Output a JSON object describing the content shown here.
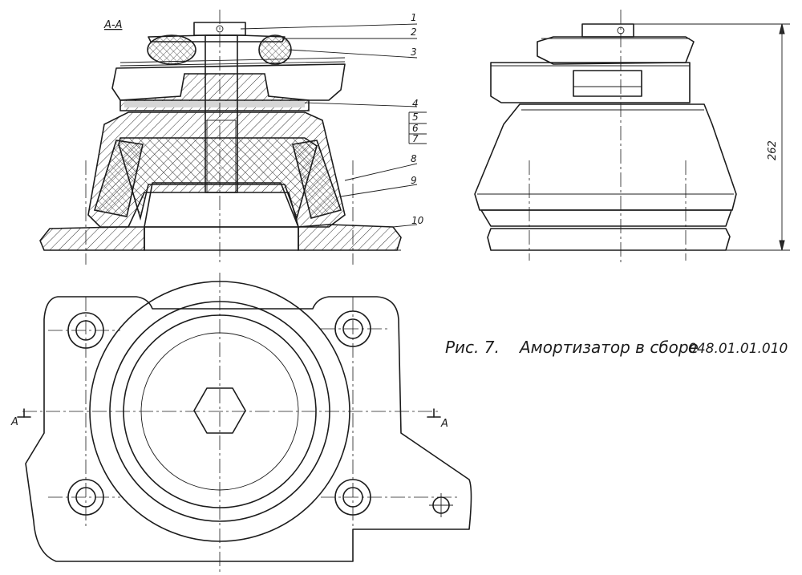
{
  "section_title": "А-А",
  "callouts": [
    "1",
    "2",
    "3",
    "4",
    "5",
    "6",
    "7",
    "8",
    "9",
    "10"
  ],
  "dimension": "262",
  "section_marks": {
    "left": "А",
    "right": "А"
  },
  "caption": {
    "fig": "Рис. 7.",
    "title": "Амортизатор  в сборе",
    "code": "048.01.01.010"
  },
  "colors": {
    "ink": "#1c1c1c",
    "paper": "#ffffff"
  }
}
